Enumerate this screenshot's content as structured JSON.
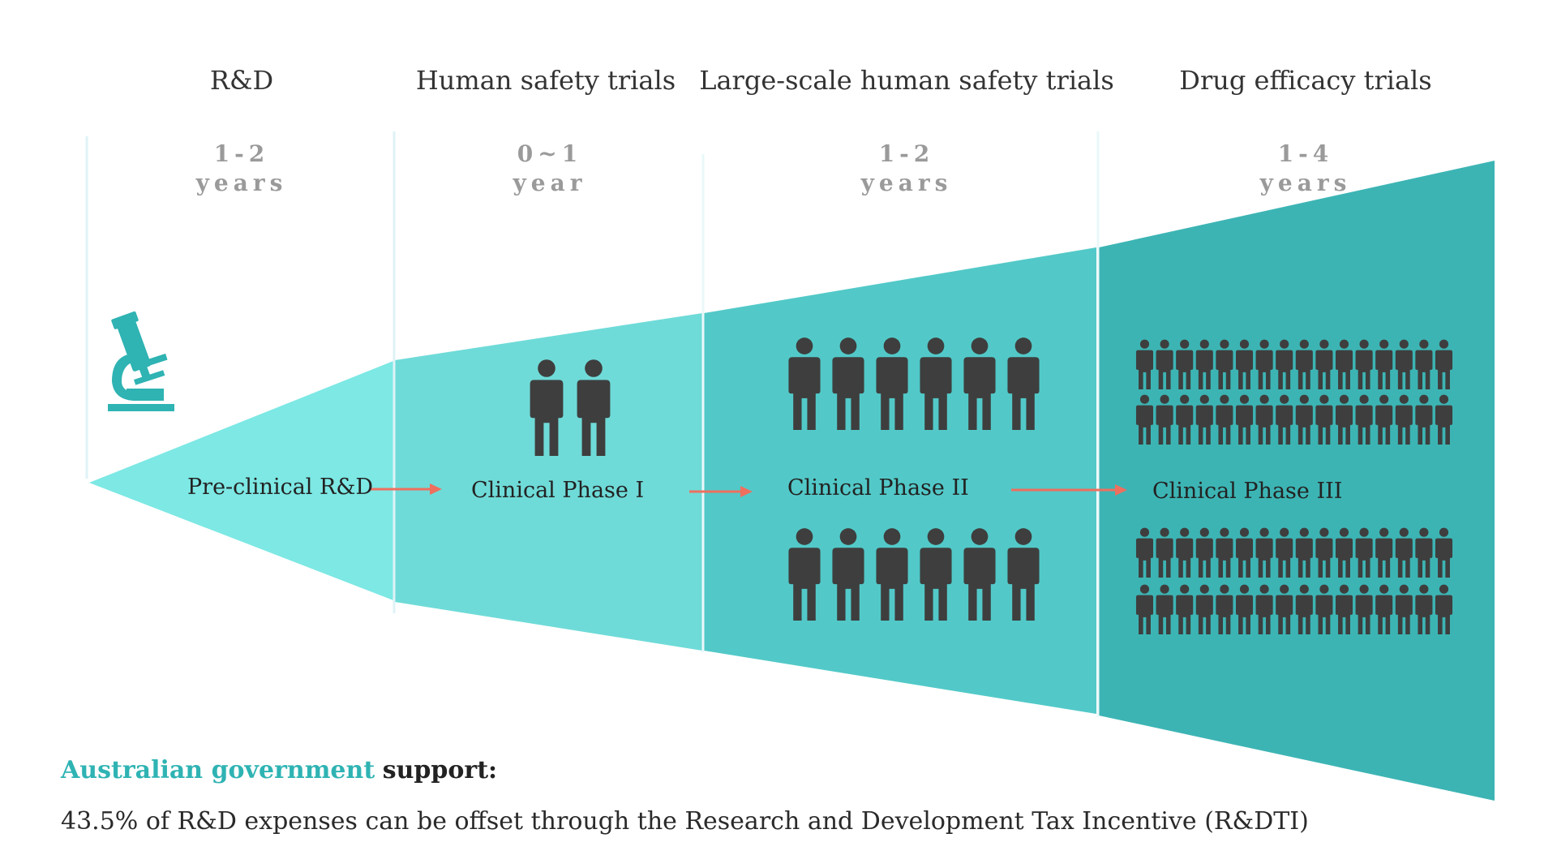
{
  "phases": [
    {
      "name": "R&D",
      "duration_value": "1-2",
      "duration_unit": "years",
      "stage_label": "Pre-clinical R&D",
      "people": 0
    },
    {
      "name": "Human safety trials",
      "duration_value": "0~1",
      "duration_unit": "year",
      "stage_label": "Clinical Phase I",
      "people": 2
    },
    {
      "name": "Large-scale human safety trials",
      "duration_value": "1-2",
      "duration_unit": "years",
      "stage_label": "Clinical Phase II",
      "people": 12
    },
    {
      "name": "Drug efficacy trials",
      "duration_value": "1-4",
      "duration_unit": "years",
      "stage_label": "Clinical Phase III",
      "people": 64
    }
  ],
  "footer": {
    "accent": "Australian government",
    "emphasis": "support:",
    "detail": "43.5% of R&D expenses can be offset through the Research and Development Tax Incentive (R&DTI)"
  },
  "icons": {
    "stage_1": "microscope-icon",
    "people": "person-icon",
    "flow": "arrow-right-icon"
  },
  "colors": {
    "funnel_light": "#7de8e4",
    "funnel_dark": "#3db4b4",
    "person": "#3e3e3e",
    "arrow": "#ee6f5e",
    "accent_text": "#2fb3b3",
    "duration_text": "#9a9a9a"
  }
}
